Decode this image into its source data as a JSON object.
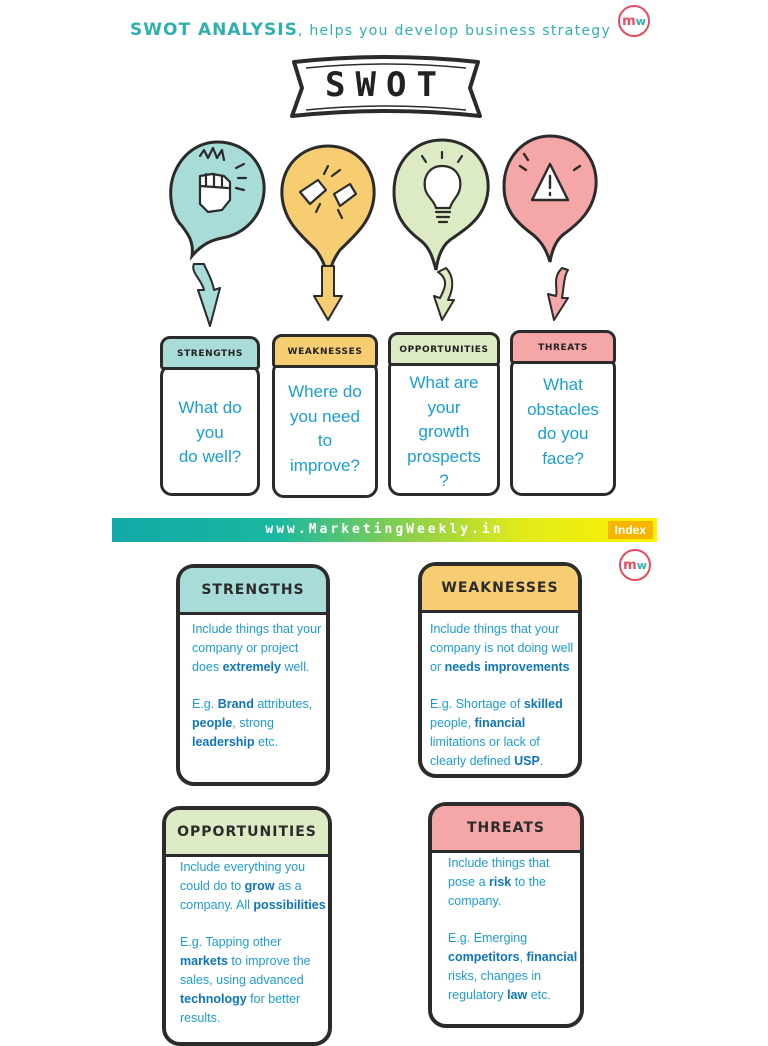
{
  "header": {
    "title_bold": "SWOT ANALYSIS",
    "title_rest": ", helps you develop business strategy"
  },
  "banner": {
    "text": "SWOT"
  },
  "logo": {
    "m": "m",
    "w": "w"
  },
  "colors": {
    "strengths": "#a7dcd9",
    "weaknesses": "#f7cd72",
    "opportunities": "#dcebc3",
    "threats": "#f5a6a6",
    "accent": "#2fb0ad",
    "text_blue": "#1a9ed0"
  },
  "pins": [
    {
      "key": "strengths",
      "icon": "raised-fist-icon"
    },
    {
      "key": "weaknesses",
      "icon": "broken-chain-icon"
    },
    {
      "key": "opportunities",
      "icon": "lightbulb-icon"
    },
    {
      "key": "threats",
      "icon": "warning-triangle-icon"
    }
  ],
  "cards": [
    {
      "label": "STRENGTHS",
      "question": "What do\nyou\ndo well?"
    },
    {
      "label": "WEAKNESSES",
      "question": "Where do\nyou need\nto\nimprove?"
    },
    {
      "label": "OPPORTUNITIES",
      "question": "What are\nyour\ngrowth\nprospects\n?"
    },
    {
      "label": "THREATS",
      "question": "What\nobstacles\ndo you\nface?"
    }
  ],
  "strip": {
    "url": "www.MarketingWeekly.in",
    "index": "Index"
  },
  "details": {
    "strengths": {
      "title": "STRENGTHS",
      "p1": "Include things that your company  or project does <b>extremely</b> well.",
      "p2": "E.g. <b>Brand</b> attributes, <b>people</b>, strong <b>leadership</b> etc."
    },
    "weaknesses": {
      "title": "WEAKNESSES",
      "p1": "Include things that your company is not doing well or <b>needs improvements</b>",
      "p2": "E.g. Shortage of <b>skilled</b> people, <b>financial</b> limitations or lack of clearly defined <b>USP</b>."
    },
    "opportunities": {
      "title": "OPPORTUNITIES",
      "p1": "Include everything you could do to <b>grow</b> as a company. All <b>possibilities</b>",
      "p2": "E.g. Tapping other <b>markets</b> to improve the sales, using advanced <b>technology</b> for better results."
    },
    "threats": {
      "title": "THREATS",
      "p1": "Include things that pose a <b>risk</b> to the company.",
      "p2": "E.g. Emerging <b>competitors</b>, <b>financial</b> risks, changes in regulatory <b>law</b> etc."
    }
  }
}
